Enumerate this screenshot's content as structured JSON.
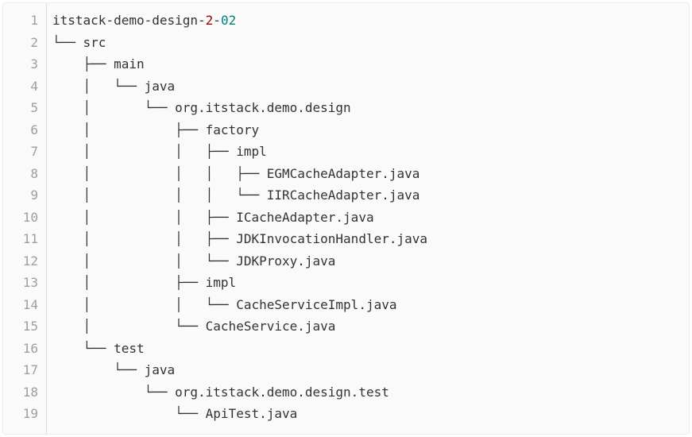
{
  "page": {
    "background_color": "#ffffff"
  },
  "code_block": {
    "background_color": "#fafafa",
    "border_color": "#ececec",
    "separator_color": "#dddddd",
    "line_number_color": "#9e9e9e",
    "text_color": "#333333",
    "syntax_colors": {
      "default": "#333333",
      "red": "#990000",
      "teal": "#008080"
    },
    "line_numbers": [
      1,
      2,
      3,
      4,
      5,
      6,
      7,
      8,
      9,
      10,
      11,
      12,
      13,
      14,
      15,
      16,
      17,
      18,
      19
    ],
    "lines": [
      {
        "segments": [
          {
            "text": "itstack-demo-design-",
            "color": "default"
          },
          {
            "text": "2",
            "color": "red"
          },
          {
            "text": "-",
            "color": "default"
          },
          {
            "text": "02",
            "color": "teal"
          }
        ]
      },
      {
        "segments": [
          {
            "text": "└── src",
            "color": "default"
          }
        ]
      },
      {
        "segments": [
          {
            "text": "    ├── main",
            "color": "default"
          }
        ]
      },
      {
        "segments": [
          {
            "text": "    │   └── java",
            "color": "default"
          }
        ]
      },
      {
        "segments": [
          {
            "text": "    │       └── org.itstack.demo.design",
            "color": "default"
          }
        ]
      },
      {
        "segments": [
          {
            "text": "    │           ├── factory",
            "color": "default"
          }
        ]
      },
      {
        "segments": [
          {
            "text": "    │           │   ├── impl",
            "color": "default"
          }
        ]
      },
      {
        "segments": [
          {
            "text": "    │           │   │   ├── EGMCacheAdapter.java",
            "color": "default"
          }
        ]
      },
      {
        "segments": [
          {
            "text": "    │           │   │   └── IIRCacheAdapter.java",
            "color": "default"
          }
        ]
      },
      {
        "segments": [
          {
            "text": "    │           │   ├── ICacheAdapter.java",
            "color": "default"
          }
        ]
      },
      {
        "segments": [
          {
            "text": "    │           │   ├── JDKInvocationHandler.java",
            "color": "default"
          }
        ]
      },
      {
        "segments": [
          {
            "text": "    │           │   └── JDKProxy.java",
            "color": "default"
          }
        ]
      },
      {
        "segments": [
          {
            "text": "    │           ├── impl",
            "color": "default"
          }
        ]
      },
      {
        "segments": [
          {
            "text": "    │           │   └── CacheServiceImpl.java",
            "color": "default"
          }
        ]
      },
      {
        "segments": [
          {
            "text": "    │           └── CacheService.java",
            "color": "default"
          }
        ]
      },
      {
        "segments": [
          {
            "text": "    └── test",
            "color": "default"
          }
        ]
      },
      {
        "segments": [
          {
            "text": "        └── java",
            "color": "default"
          }
        ]
      },
      {
        "segments": [
          {
            "text": "            └── org.itstack.demo.design.test",
            "color": "default"
          }
        ]
      },
      {
        "segments": [
          {
            "text": "                └── ApiTest.java",
            "color": "default"
          }
        ]
      }
    ]
  }
}
